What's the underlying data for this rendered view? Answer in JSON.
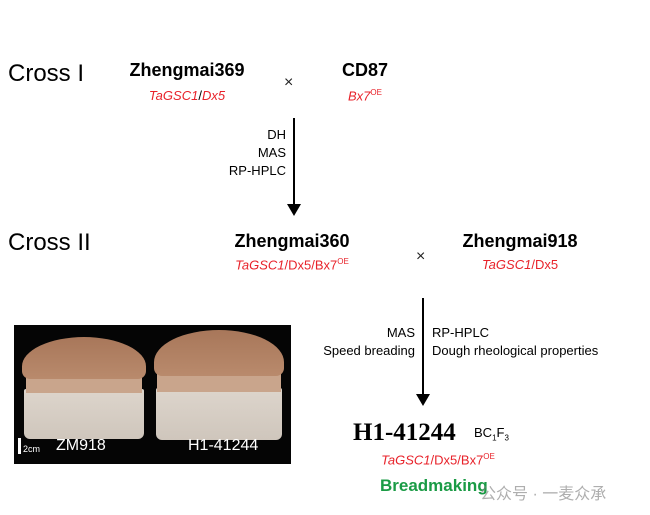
{
  "cross1": {
    "label": "Cross I",
    "parent1": {
      "name": "Zhengmai369",
      "genotype": [
        "TaGSC1",
        "/",
        "Dx5"
      ]
    },
    "times": "×",
    "parent2": {
      "name": "CD87",
      "genotype_base": "Bx7",
      "genotype_sup": "OE"
    },
    "methods": [
      "DH",
      "MAS",
      "RP-HPLC"
    ]
  },
  "cross2": {
    "label": "Cross II",
    "parent1": {
      "name": "Zhengmai360",
      "genotype": [
        "TaGSC1",
        "/Dx5/Bx7"
      ],
      "sup": "OE"
    },
    "times": "×",
    "parent2": {
      "name": "Zhengmai918",
      "genotype": [
        "TaGSC1",
        "/Dx5"
      ]
    },
    "methods_left": [
      "MAS",
      "Speed breading"
    ],
    "methods_right": [
      "RP-HPLC",
      "Dough rheological properties"
    ]
  },
  "result": {
    "name": "H1-41244",
    "gen": "BC",
    "gen_sub1": "1",
    "gen_mid": "F",
    "gen_sub2": "3",
    "genotype": [
      "TaGSC1",
      "/",
      "Dx5",
      "/",
      "Bx7"
    ],
    "sup": "OE",
    "use": "Breadmaking"
  },
  "photo": {
    "scale": "2cm",
    "left_label": "ZM918",
    "right_label": "H1-41244"
  },
  "watermark": "公众号 · 一麦众承",
  "colors": {
    "red": "#e8222a",
    "green": "#1a9b45"
  }
}
